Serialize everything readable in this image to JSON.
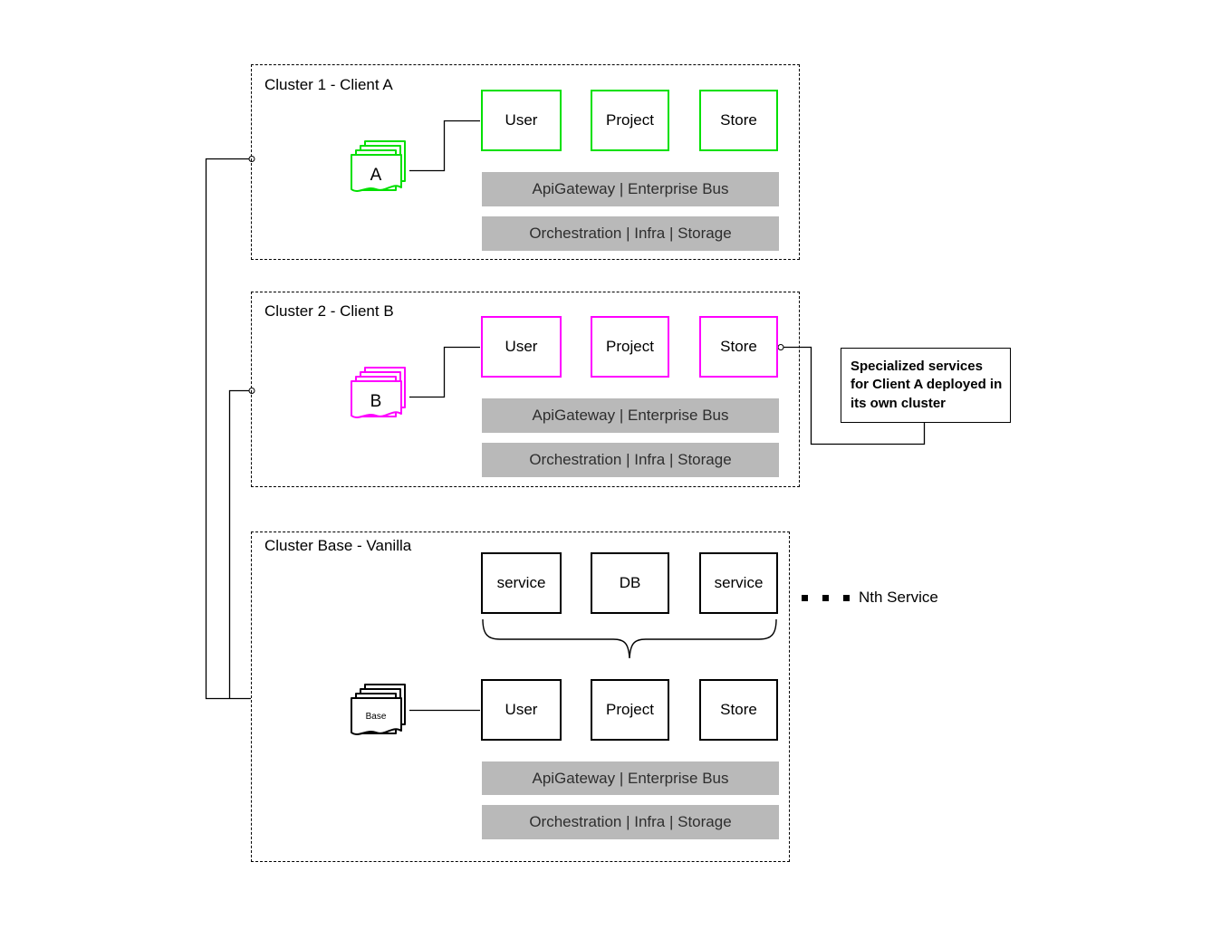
{
  "colors": {
    "cluster_a_accent": "#00e000",
    "cluster_b_accent": "#ff00ff",
    "base_accent": "#000000",
    "bus_bar_bg": "#b9b9b9",
    "line_color": "#000000"
  },
  "clusters": [
    {
      "title": "Cluster 1 - Client A",
      "doc_icon_label": "A",
      "services": [
        "User",
        "Project",
        "Store"
      ],
      "bus_bar": "ApiGateway | Enterprise Bus",
      "infra_bar": "Orchestration | Infra | Storage"
    },
    {
      "title": "Cluster 2 - Client B",
      "doc_icon_label": "B",
      "services": [
        "User",
        "Project",
        "Store"
      ],
      "bus_bar": "ApiGateway | Enterprise Bus",
      "infra_bar": "Orchestration | Infra | Storage"
    },
    {
      "title": "Cluster Base - Vanilla",
      "doc_icon_label": "Base",
      "top_services": [
        "service",
        "DB",
        "service"
      ],
      "nth_service_label": "Nth Service",
      "services": [
        "User",
        "Project",
        "Store"
      ],
      "bus_bar": "ApiGateway | Enterprise Bus",
      "infra_bar": "Orchestration | Infra | Storage"
    }
  ],
  "annotation": {
    "text": "Specialized services for Client A deployed in its own cluster"
  }
}
